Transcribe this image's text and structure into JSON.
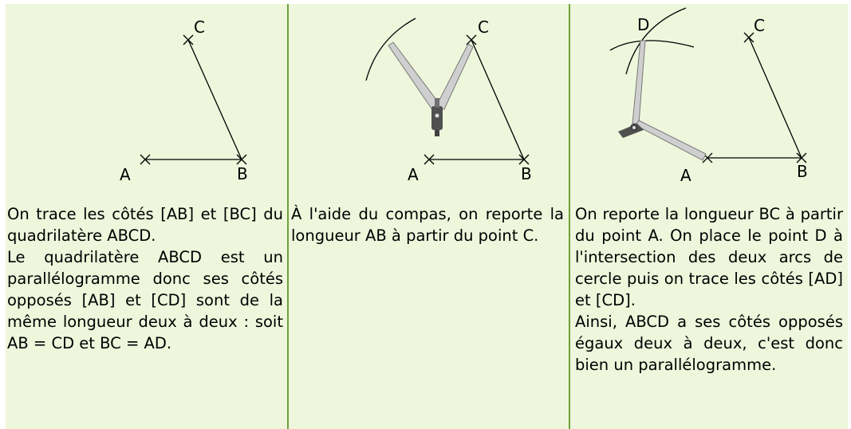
{
  "panels": [
    {
      "labels": {
        "A": "A",
        "B": "B",
        "C": "C"
      },
      "paragraphs": [
        "On trace les côtés [AB] et [BC] du quadrilatère ABCD.",
        "Le quadrilatère ABCD est un parallélogramme donc ses côtés opposés [AB] et [CD] sont de la même longueur deux à deux : soit AB = CD et BC = AD."
      ]
    },
    {
      "labels": {
        "A": "A",
        "B": "B",
        "C": "C"
      },
      "paragraphs": [
        "À l'aide du compas, on reporte la longueur AB à partir du point C."
      ]
    },
    {
      "labels": {
        "A": "A",
        "B": "B",
        "C": "C",
        "D": "D"
      },
      "paragraphs": [
        "On reporte la longueur BC à partir du point A. On place le point D à l'intersection des deux arcs de cercle puis on trace les côtés [AD] et [CD].",
        "Ainsi, ABCD a ses côtés opposés égaux deux à deux, c'est donc bien un parallélogramme."
      ]
    }
  ],
  "colors": {
    "background": "#eef6dc",
    "separator": "#6ba13a",
    "compass_arm": "#c9c9c9",
    "compass_head": "#555555"
  }
}
